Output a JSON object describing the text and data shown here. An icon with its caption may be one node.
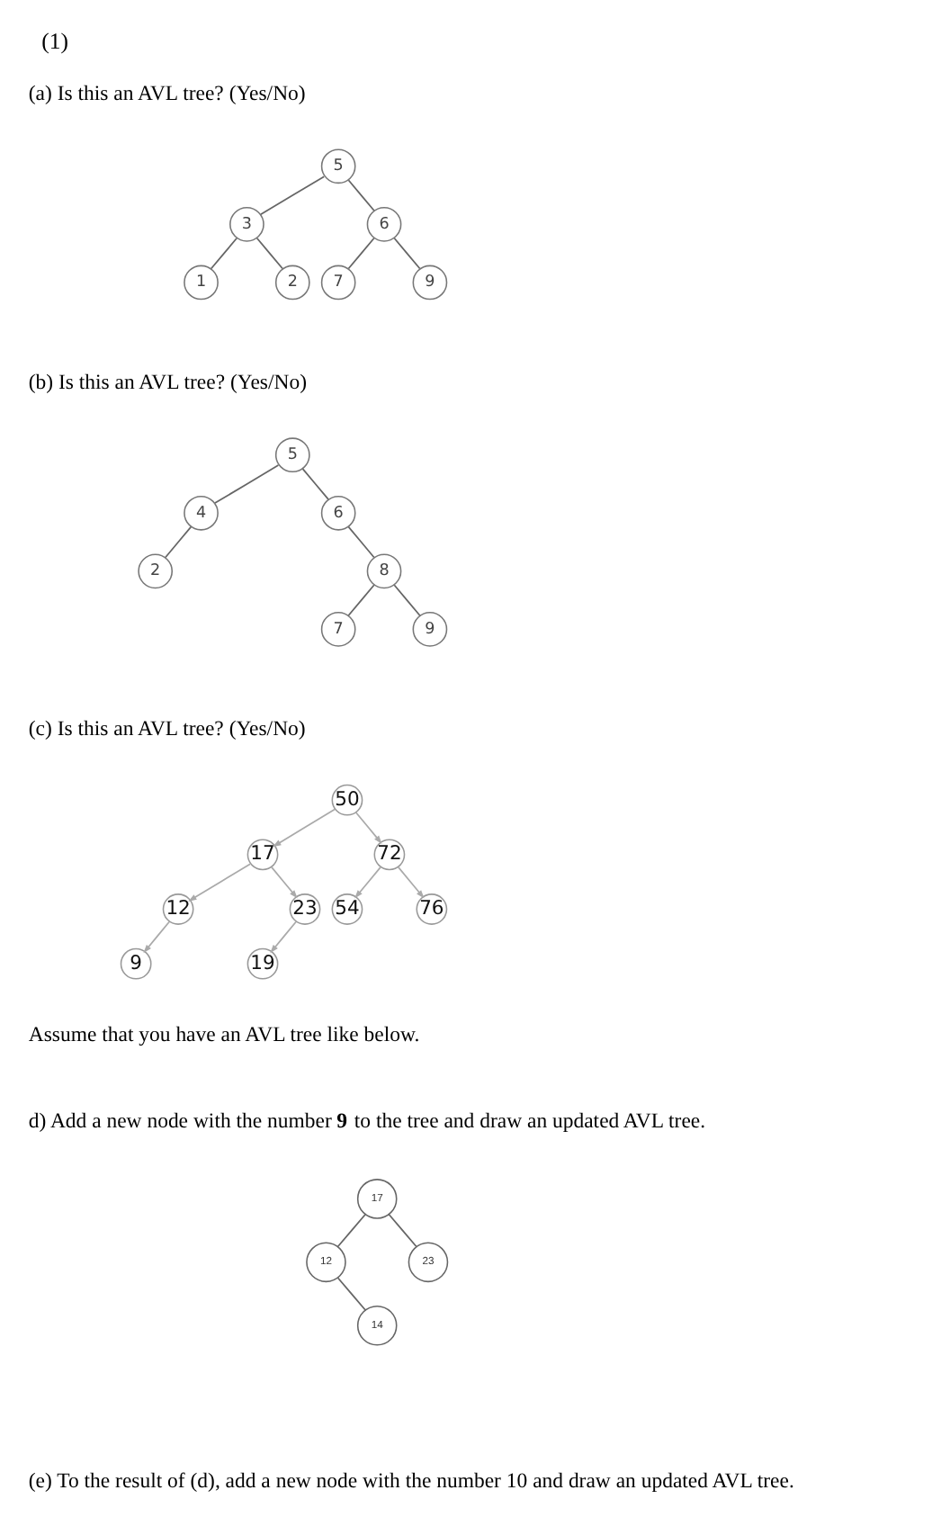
{
  "diagram": {
    "title": "(1)",
    "nodes": [
      {
        "text": [
          "5"
        ]
      },
      {
        "text": [
          "3"
        ]
      },
      {
        "text": [
          "6"
        ]
      },
      {
        "text": [
          "1"
        ]
      },
      {
        "text": [
          "2"
        ]
      },
      {
        "text": [
          "7"
        ]
      },
      {
        "text": [
          "9"
        ]
      },
      {
        "text": [
          "5"
        ]
      },
      {
        "text": [
          "4"
        ]
      },
      {
        "text": [
          "6"
        ]
      },
      {
        "text": [
          "2"
        ]
      },
      {
        "text": [
          "8"
        ]
      },
      {
        "text": [
          "7"
        ]
      },
      {
        "text": [
          "9"
        ]
      },
      {
        "text": [
          "50"
        ]
      },
      {
        "text": [
          "17"
        ]
      },
      {
        "text": [
          "72"
        ]
      },
      {
        "text": [
          "12"
        ]
      },
      {
        "text": [
          "23"
        ]
      },
      {
        "text": [
          "54"
        ]
      },
      {
        "text": [
          "76"
        ]
      },
      {
        "text": [
          "9"
        ]
      },
      {
        "text": [
          "19"
        ]
      },
      {
        "text": [
          "17"
        ]
      },
      {
        "text": [
          "12"
        ]
      },
      {
        "text": [
          "23"
        ]
      },
      {
        "text": [
          "14"
        ]
      }
    ],
    "edges": [
      {
        "from": 0,
        "to": 1,
        "arrow": "none"
      },
      {
        "from": 0,
        "to": 2,
        "arrow": "none"
      },
      {
        "from": 1,
        "to": 3,
        "arrow": "none"
      },
      {
        "from": 1,
        "to": 4,
        "arrow": "none"
      },
      {
        "from": 2,
        "to": 5,
        "arrow": "none"
      },
      {
        "from": 2,
        "to": 6,
        "arrow": "none"
      },
      {
        "from": 7,
        "to": 8,
        "arrow": "none"
      },
      {
        "from": 7,
        "to": 9,
        "arrow": "none"
      },
      {
        "from": 8,
        "to": 10,
        "arrow": "none"
      },
      {
        "from": 9,
        "to": 11,
        "arrow": "none"
      },
      {
        "from": 11,
        "to": 12,
        "arrow": "none"
      },
      {
        "from": 11,
        "to": 13,
        "arrow": "none"
      },
      {
        "from": 14,
        "to": 15,
        "arrow": "to",
        "color": "#aaaaaa"
      },
      {
        "from": 14,
        "to": 16,
        "arrow": "to",
        "color": "#aaaaaa"
      },
      {
        "from": 15,
        "to": 17,
        "arrow": "to",
        "color": "#aaaaaa"
      },
      {
        "from": 15,
        "to": 18,
        "arrow": "to",
        "color": "#aaaaaa"
      },
      {
        "from": 16,
        "to": 19,
        "arrow": "to",
        "color": "#aaaaaa"
      },
      {
        "from": 16,
        "to": 20,
        "arrow": "to",
        "color": "#aaaaaa"
      },
      {
        "from": 17,
        "to": 21,
        "arrow": "to",
        "color": "#aaaaaa"
      },
      {
        "from": 18,
        "to": 22,
        "arrow": "to",
        "color": "#aaaaaa"
      },
      {
        "from": 23,
        "to": 24,
        "arrow": "none"
      },
      {
        "from": 23,
        "to": 25,
        "arrow": "none"
      },
      {
        "from": 24,
        "to": 26,
        "arrow": "none"
      }
    ],
    "labels": [
      "(a) Is this an AVL tree? (Yes/No)",
      "(b) Is this an AVL tree? (Yes/No)",
      "(c) Is this an AVL tree? (Yes/No)",
      "Assume that you have an AVL tree like below.",
      "d) Add a new node with the number **9** to the tree and draw an updated AVL tree.",
      "(e) To the result of (d), add a new node with the number 10 and draw an updated AVL tree."
    ]
  }
}
